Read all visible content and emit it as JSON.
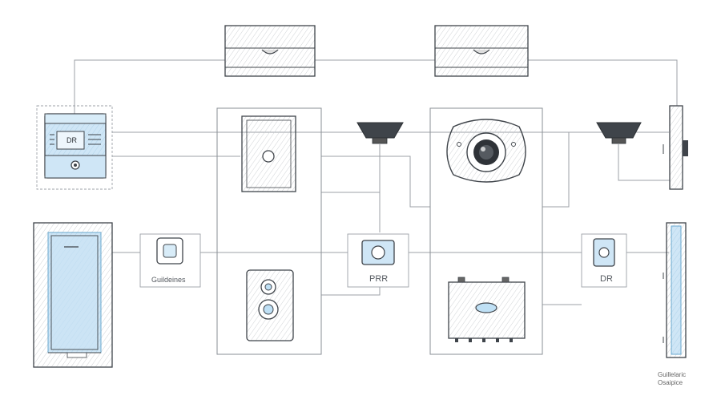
{
  "colors": {
    "line": "#8a8f96",
    "line_dark": "#3f444a",
    "hatch": "#b9bdc2",
    "accent": "#bfe0f5",
    "accent_dark": "#6aa8cf",
    "background": "#ffffff"
  },
  "labels": {
    "panel_display": "DR",
    "module_guidelines": "Guildeines",
    "module_prr": "PRR",
    "module_dr": "DR",
    "legend_line1": "Guillelaric",
    "legend_line2": "Osaipice"
  },
  "icons": [
    "cabinet-icon",
    "control-panel-icon",
    "speaker-icon",
    "camera-icon",
    "switch-icon",
    "door-panel-icon",
    "intercom-icon",
    "power-box-icon"
  ]
}
